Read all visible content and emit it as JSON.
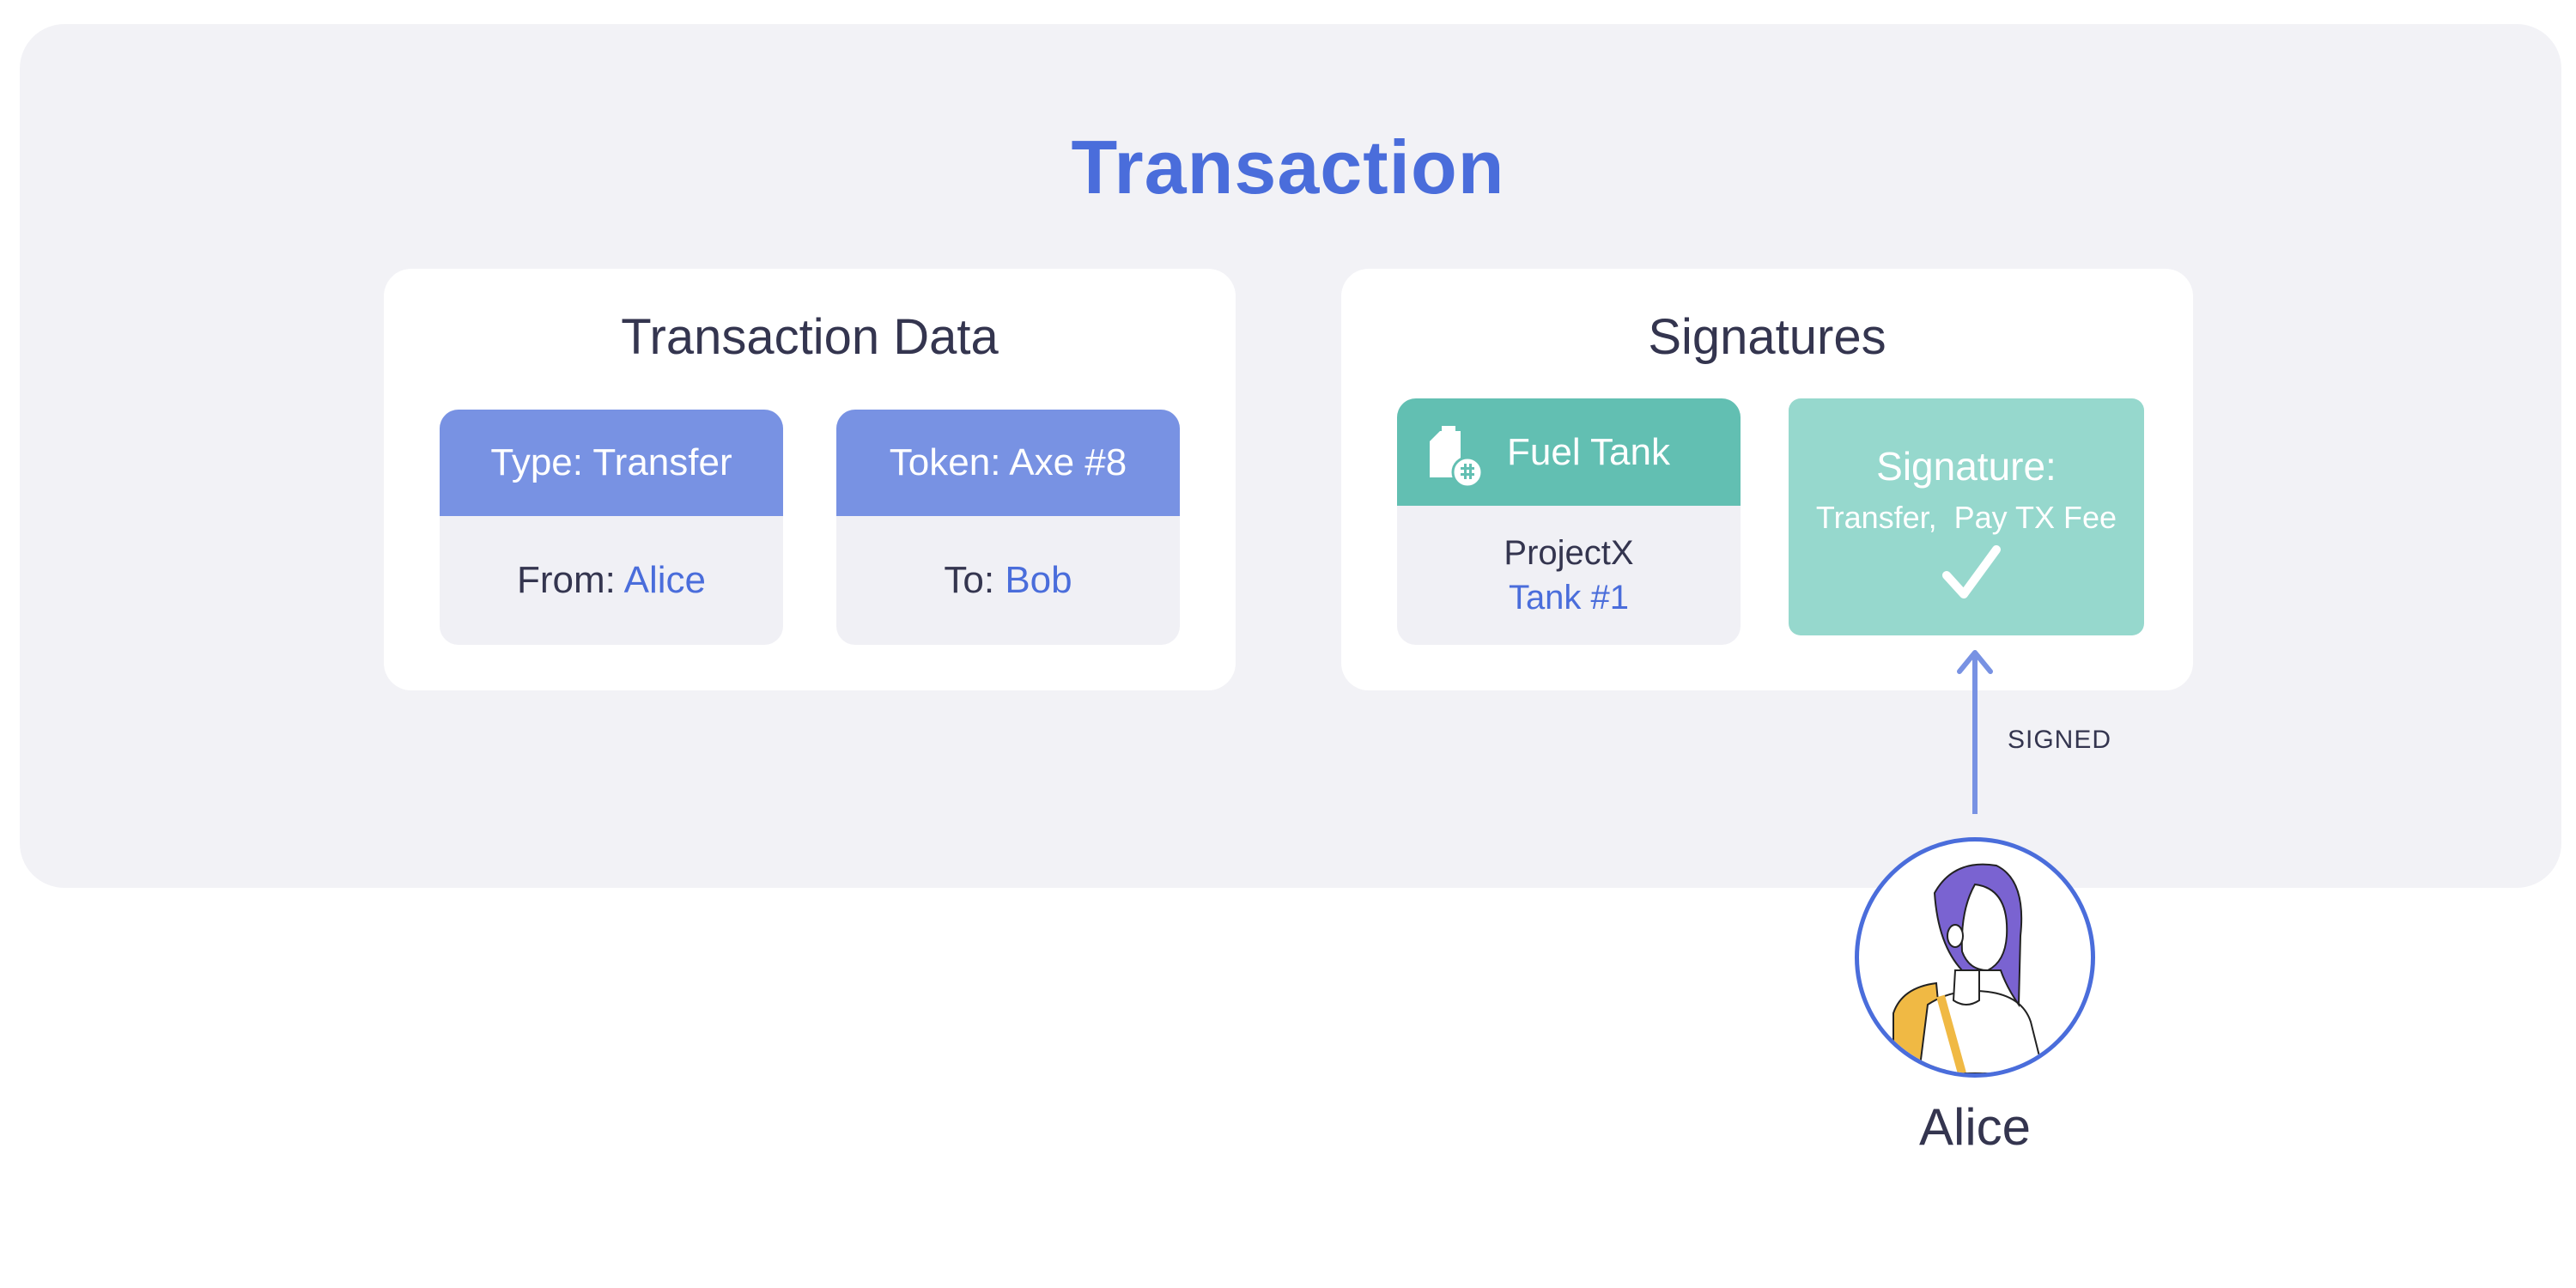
{
  "title": "Transaction",
  "transaction_data": {
    "heading": "Transaction Data",
    "type_label": "Type: Transfer",
    "from_prefix": "From: ",
    "from_value": "Alice",
    "token_label": "Token: Axe #8",
    "to_prefix": "To: ",
    "to_value": "Bob"
  },
  "signatures": {
    "heading": "Signatures",
    "fuel_tank_label": "Fuel Tank",
    "project_name": "ProjectX",
    "tank_name": "Tank #1",
    "signature_title": "Signature:",
    "signature_desc": "Transfer,  Pay TX Fee"
  },
  "signed_label": "SIGNED",
  "signer_name": "Alice",
  "colors": {
    "accent_blue": "#4a6ddb",
    "card_blue": "#7892e3",
    "fuel_teal": "#62bfb2",
    "signature_teal": "#96d8cd",
    "background_panel": "#f2f2f6"
  },
  "icons": {
    "fuel": "fuel-can-icon",
    "check": "checkmark-icon",
    "arrow": "arrow-up-icon",
    "avatar": "person-avatar-icon"
  }
}
